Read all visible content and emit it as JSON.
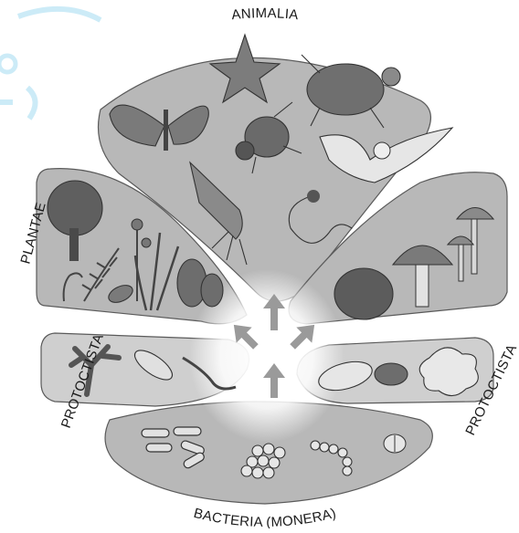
{
  "labels": {
    "animalia": "ANIMALIA",
    "plantae": "PLANTAE",
    "protoctista_left": "PROTOCTISTA",
    "protoctista_right": "PROTOCTISTA",
    "bacteria": "BACTERIA (MONERA)"
  },
  "colors": {
    "region_fill": "#b8b8b8",
    "region_light": "#cfcfcf",
    "glow": "#ffffff",
    "arrow": "#9a9a9a",
    "watermark": "#8fd3ee"
  },
  "organisms": {
    "animalia": [
      "starfish",
      "turtle",
      "butterfly",
      "beetle",
      "bird",
      "squid",
      "snake"
    ],
    "plantae": [
      "tree",
      "fern",
      "flower",
      "grass",
      "cactus",
      "seedling",
      "leaf"
    ],
    "fungi": [
      "mushroom-cluster",
      "mushroom",
      "mould"
    ],
    "protoctista_left": [
      "seaweed",
      "euglena",
      "trypanosome"
    ],
    "protoctista_right": [
      "paramecium",
      "foraminifera",
      "amoeba"
    ],
    "bacteria": [
      "bacilli",
      "cocci-cluster",
      "streptococci",
      "diplococcus"
    ]
  }
}
